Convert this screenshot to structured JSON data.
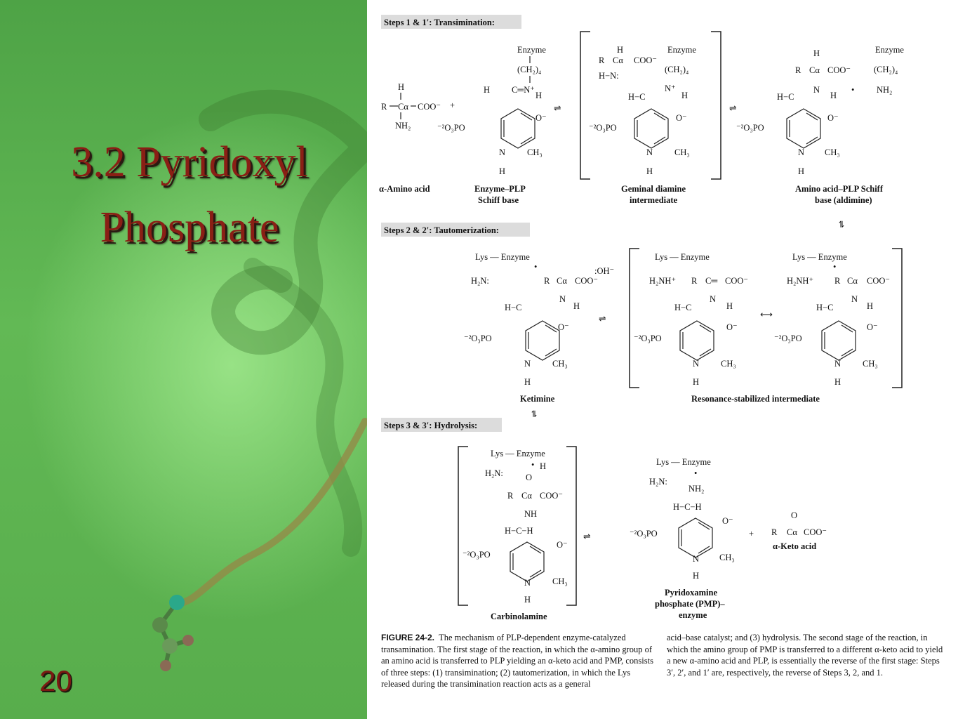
{
  "slide": {
    "title_line1": "3.2 Pyridoxyl",
    "title_line2": "Phosphate",
    "number": "20"
  },
  "scheme": {
    "steps": [
      "Steps 1 & 1′: Transimination:",
      "Steps 2 & 2′: Tautomerization:",
      "Steps 3 & 3′: Hydrolysis:"
    ],
    "structure_labels": {
      "amino_acid": "α-Amino acid",
      "enzyme_plp_1": "Enzyme–PLP",
      "enzyme_plp_2": "Schiff base",
      "geminal_1": "Geminal diamine",
      "geminal_2": "intermediate",
      "aldimine_1": "Amino acid–PLP Schiff",
      "aldimine_2": "base (aldimine)",
      "ketimine": "Ketimine",
      "resonance": "Resonance-stabilized intermediate",
      "carbinolamine": "Carbinolamine",
      "pmp_1": "Pyridoxamine",
      "pmp_2": "phosphate (PMP)–",
      "pmp_3": "enzyme",
      "keto_acid": "α-Keto acid"
    },
    "atoms": {
      "enzyme": "Enzyme",
      "ch2_4": "(CH₂)₄",
      "nh2": "NH₂",
      "lys_enzyme": "Lys — Enzyme",
      "h2n": "H₂N:",
      "h2nh": "H₂NH⁺",
      "oh": ":OH⁻",
      "phosphate": "⁻²O₃PO",
      "ch3": "CH₃",
      "coo": "COO⁻",
      "o_minus": "O⁻",
      "h": "H",
      "r": "R",
      "n": "N",
      "nh": "NH",
      "o": "O",
      "plus": "+",
      "dot": "•"
    }
  },
  "caption": {
    "figure_label": "FIGURE 24-2.",
    "left": "The mechanism of PLP-dependent enzyme-catalyzed transamination. The first stage of the reaction, in which the α-amino group of an amino acid is transferred to PLP yielding an α-keto acid and PMP, consists of three steps: (1) transimination; (2) tautomerization, in which the Lys released during the transimination reaction acts as a general",
    "right": "acid–base catalyst; and (3) hydrolysis. The second stage of the reaction, in which the amino group of PMP is transferred to a different α-keto acid to yield a new α-amino acid and PLP, is essentially the reverse of the first stage: Steps 3′, 2′, and 1′ are, respectively, the reverse of Steps 3, 2, and 1."
  }
}
